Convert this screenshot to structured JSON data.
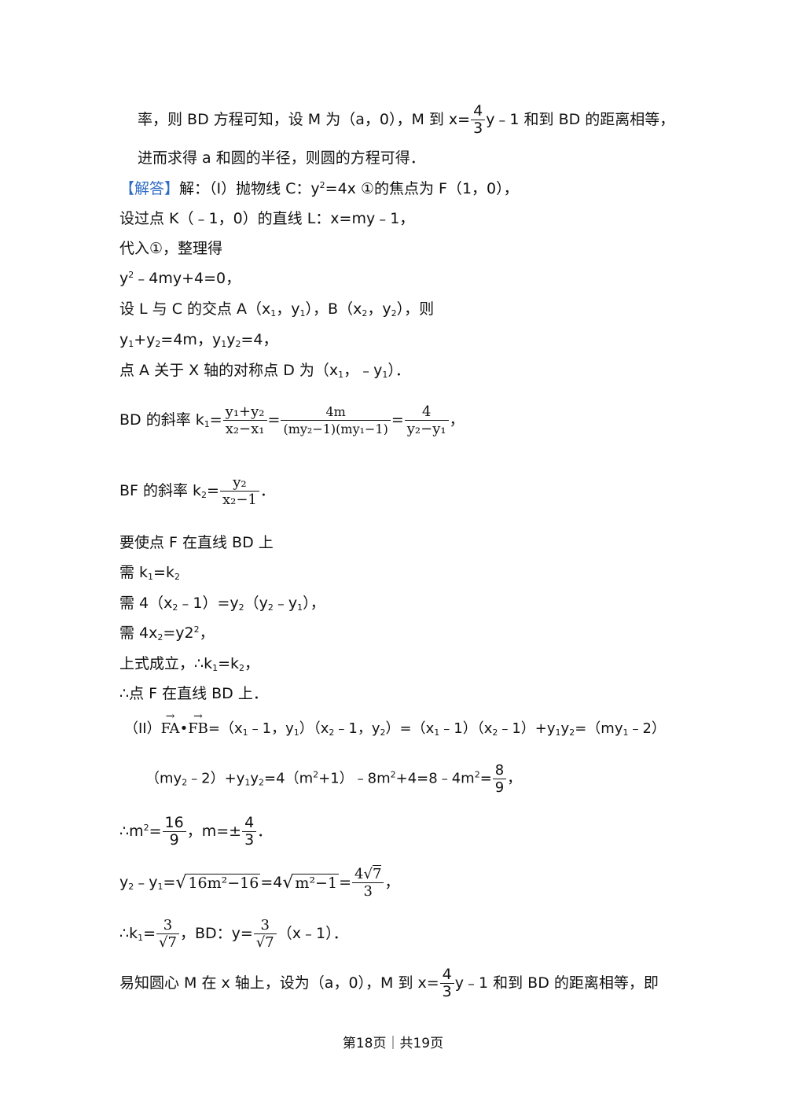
{
  "footer": "第18页｜共19页",
  "lines": {
    "l1a": "率，则 BD 方程可知，设 M 为（a，0），M 到 x=",
    "l1b": "y﹣1 和到 BD 的距离相等，",
    "l2": "进而求得 a 和圆的半径，则圆的方程可得．",
    "l3_tag": "【解答】",
    "l3a": "解：（I）抛物线 C：y",
    "l3b": "=4x ①的焦点为 F（1，0），",
    "l4": "设过点 K（﹣1，0）的直线 L：x=my﹣1，",
    "l5": "代入①，整理得",
    "l6a": "y",
    "l6b": "﹣4my+4=0，",
    "l7a": "设 L 与 C 的交点 A（x",
    "l7b": "，y",
    "l7c": "），B（x",
    "l7d": "，y",
    "l7e": "），则",
    "l8a": "y",
    "l8b": "+y",
    "l8c": "=4m，y",
    "l8d": "y",
    "l8e": "=4，",
    "l9a": "点 A 关于 X 轴的对称点 D 为（x",
    "l9b": "，﹣y",
    "l9c": "）．",
    "l10a": "BD 的斜率 k",
    "l10b": "=",
    "l10c": "=",
    "l10d": "=",
    "l10e": "，",
    "l11a": "BF 的斜率 k",
    "l11b": "=",
    "l11c": "．",
    "l12": "要使点 F 在直线 BD 上",
    "l13a": "需 k",
    "l13b": "=k",
    "l14a": "需 4（x",
    "l14b": "﹣1）=y",
    "l14c": "（y",
    "l14d": "﹣y",
    "l14e": "），",
    "l15a": "需 4x",
    "l15b": "=y2",
    "l15c": "，",
    "l16a": "上式成立，∴k",
    "l16b": "=k",
    "l16c": "，",
    "l17": "∴点 F 在直线 BD 上．",
    "l18a": "（II）",
    "l18v1": "FA",
    "l18dot": "•",
    "l18v2": "FB",
    "l18b": "=（x",
    "l18c": "﹣1，y",
    "l18d": "）（x",
    "l18e": "﹣1，y",
    "l18f": "）=（x",
    "l18g": "﹣1）（x",
    "l18h": "﹣1）+y",
    "l18i": "y",
    "l18j": "=（my",
    "l18k": "﹣2）",
    "l19a": "（my",
    "l19b": "﹣2）+y",
    "l19c": "y",
    "l19d": "=4（m",
    "l19e": "+1）﹣8m",
    "l19f": "+4=8﹣4m",
    "l19g": "=",
    "l19h": "，",
    "l20a": "∴m",
    "l20b": "=",
    "l20c": "，m=±",
    "l20d": "．",
    "l21a": "y",
    "l21b": "﹣y",
    "l21c": "=",
    "l21d": "=4",
    "l21e": "=",
    "l21f": "，",
    "l22a": "∴k",
    "l22b": "=",
    "l22c": "，BD：y=",
    "l22d": "（x﹣1）．",
    "l23a": "易知圆心 M 在 x 轴上，设为（a，0），M 到 x=",
    "l23b": "y﹣1 和到 BD 的距离相等，即"
  },
  "math": {
    "s1": "1",
    "s2": "2",
    "sq": "2",
    "four": "4",
    "three": "3",
    "eight": "8",
    "nine": "9",
    "sixteen": "16",
    "seven": "7",
    "y1_plus_y2": "y₁+y₂",
    "x2_minus_x1": "x₂−x₁",
    "fourm": "4m",
    "den_my": "(my₂−1)(my₁−1)",
    "y2_minus_y1": "y₂−y₁",
    "y2": "y₂",
    "x2_minus_1": "x₂−1",
    "rad1": "16m²−16",
    "rad2": "m²−1"
  }
}
